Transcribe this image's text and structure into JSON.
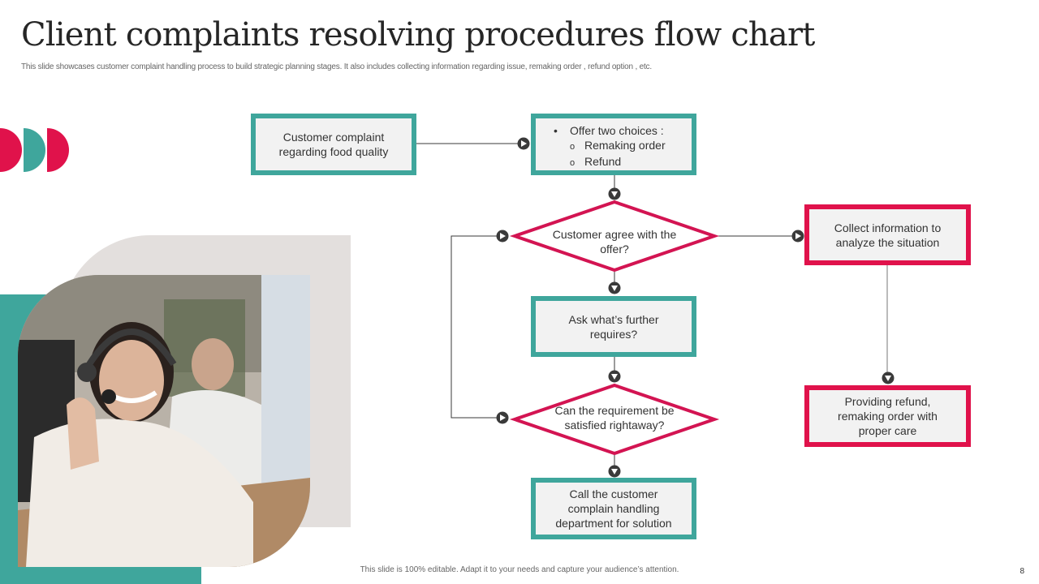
{
  "slide": {
    "title": "Client complaints resolving procedures flow chart",
    "subtitle": "This slide showcases customer complaint handling process to build strategic planning stages. It also includes collecting information regarding issue, remaking order , refund option , etc.",
    "footer": "This slide is 100% editable.  Adapt it to your needs and capture your audience’s attention.",
    "page_number": "8"
  },
  "colors": {
    "teal": "#3fa69c",
    "red": "#e0124b",
    "box_fill": "#f2f2f2",
    "connector": "#3a3a3a"
  },
  "image": {
    "alt": "Smiling call center agent wearing a headset, with a colleague in the background"
  },
  "flow": {
    "start": "Customer complaint regarding food quality",
    "offer": {
      "heading": "Offer two choices :",
      "bullet": "•",
      "sub_bullet": "o",
      "options": [
        "Remaking order",
        "Refund"
      ]
    },
    "decision1": "Customer agree with the offer?",
    "ask": "Ask what’s further requires?",
    "decision2": "Can the requirement be satisfied rightaway?",
    "call": "Call the customer complain handling department for solution",
    "collect": "Collect information to analyze the situation",
    "provide": "Providing refund, remaking order with proper care"
  }
}
